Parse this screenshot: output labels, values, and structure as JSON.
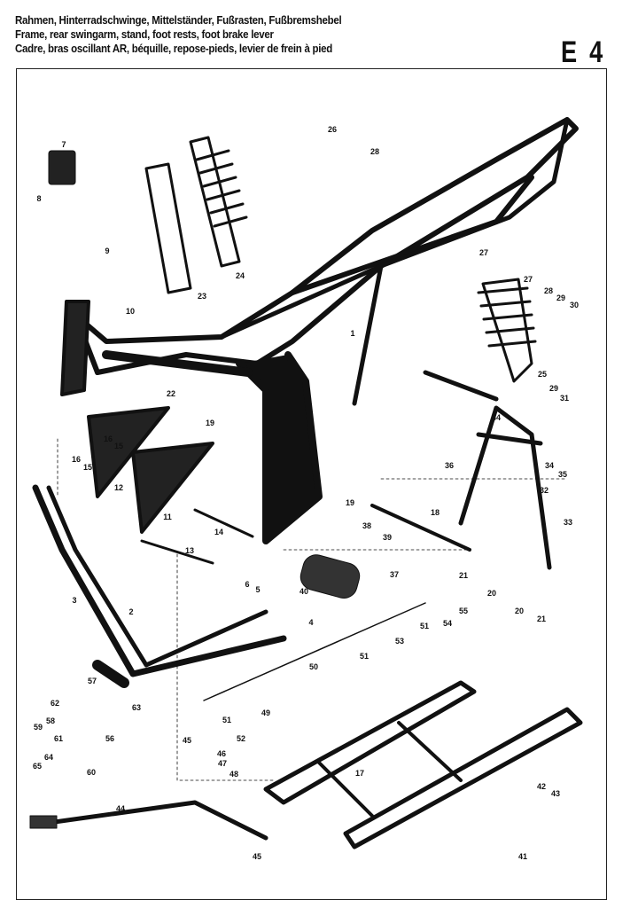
{
  "header": {
    "title_de": "Rahmen, Hinterradschwinge, Mittelständer, Fußrasten, Fußbremshebel",
    "title_en": "Frame, rear swingarm, stand, foot rests, foot brake lever",
    "title_fr": "Cadre, bras oscillant AR, béquille, repose-pieds, levier de frein à pied",
    "page_code": "E 4"
  },
  "labels": [
    "26",
    "28",
    "7",
    "8",
    "9",
    "10",
    "23",
    "24",
    "27",
    "27",
    "28",
    "29",
    "30",
    "1",
    "25",
    "29",
    "31",
    "22",
    "19",
    "34",
    "34",
    "35",
    "16",
    "15",
    "16",
    "15",
    "12",
    "36",
    "32",
    "11",
    "19",
    "18",
    "33",
    "14",
    "38",
    "39",
    "13",
    "37",
    "21",
    "20",
    "6",
    "5",
    "40",
    "3",
    "2",
    "55",
    "54",
    "51",
    "4",
    "53",
    "51",
    "50",
    "20",
    "21",
    "57",
    "63",
    "62",
    "58",
    "59",
    "61",
    "56",
    "49",
    "51",
    "52",
    "45",
    "46",
    "47",
    "48",
    "60",
    "64",
    "65",
    "17",
    "42",
    "43",
    "44",
    "45",
    "41"
  ]
}
